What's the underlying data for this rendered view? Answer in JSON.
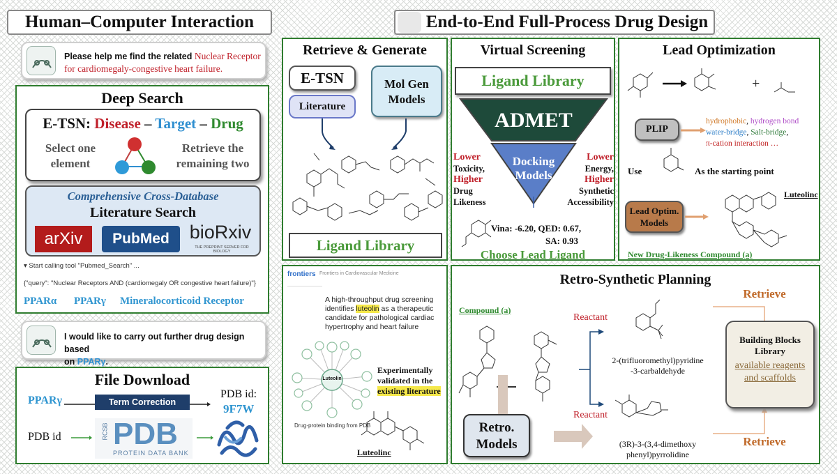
{
  "left_header": "Human–Computer Interaction",
  "right_header": "End-to-End Full-Process Drug Design",
  "chat1": {
    "prefix": "Please help me find the related ",
    "highlight": "Nuclear Receptor",
    "line2": "for cardiomegaly-congestive heart failure."
  },
  "deep_search": {
    "title": "Deep Search",
    "etsn_prefix": "E-TSN: ",
    "disease": "Disease",
    "dash1": " – ",
    "target": "Target",
    "dash2": " – ",
    "drug": "Drug",
    "select_one": "Select one",
    "element": "element",
    "retrieve_the": "Retrieve the",
    "remaining_two": "remaining two",
    "cross_db": "Comprehensive Cross-Database",
    "lit_search": "Literature Search",
    "logos": [
      "arXiv",
      "PubMed",
      "bioRxiv"
    ],
    "biorxiv_sub": "THE PREPRINT SERVER FOR BIOLOGY",
    "tool_call": "▾ Start calling tool \"Pubmed_Search\" ...",
    "query": "{\"query\": \"Nuclear Receptors AND (cardiomegaly OR congestive heart failure)\"}",
    "results": [
      "PPARα",
      "PPARγ",
      "Mineralocorticoid Receptor"
    ]
  },
  "chat2": {
    "line1": "I would like to carry out further drug design based",
    "line2_prefix": "on ",
    "target": "PPARγ",
    "line2_suffix": "."
  },
  "file_download": {
    "title": "File Download",
    "input": "PPARγ",
    "button": "Term Correction",
    "pdb_label": "PDB id:",
    "pdb_id": "9F7W",
    "pdb_input": "PDB id",
    "pdb_logo": "PDB",
    "rcsb": "RCSB",
    "pdb_sub": "PROTEIN DATA BANK"
  },
  "retrieve_generate": {
    "title": "Retrieve & Generate",
    "etsn": "E-TSN",
    "literature": "Literature",
    "molgen": "Mol Gen Models",
    "ligand_library": "Ligand Library"
  },
  "virtual_screening": {
    "title": "Virtual Screening",
    "ligand_library": "Ligand Library",
    "admet": "ADMET",
    "docking": "Docking Models",
    "left_lower": "Lower",
    "left_text1": "Toxicity,",
    "left_higher": "Higher",
    "left_text2": "Drug",
    "left_text3": "Likeness",
    "right_lower": "Lower",
    "right_text1": "Energy,",
    "right_higher": "Higher",
    "right_text2": "Synthetic",
    "right_text3": "Accessibility",
    "scores": "Vina: -6.20, QED: 0.67,",
    "sa": "SA: 0.93",
    "choose": "Choose Lead Ligand"
  },
  "lead_opt": {
    "title": "Lead Optimization",
    "plip": "PLIP",
    "interactions": [
      "hydrophobic",
      "hydrogen bond",
      "water-bridge",
      "Salt-bridge",
      "π-cation interaction …"
    ],
    "use": "Use",
    "starting_point": "As the starting point",
    "models": "Lead Optim. Models",
    "luteolinc": "Luteolinc",
    "new_compound": "New Drug-Likeness Compound (a)"
  },
  "literature_panel": {
    "journal": "frontiers",
    "journal_sub": "Frontiers in Cardiovascular Medicine",
    "headline_1": "A high-throughput drug screening",
    "headline_2_pre": "identifies ",
    "headline_hl": "luteolin",
    "headline_2_post": " as a therapeutic",
    "headline_3": "candidate for pathological cardiac",
    "headline_4": "hypertrophy and heart failure",
    "center": "Luteolin",
    "validated_1": "Experimentally",
    "validated_2": "validated in the",
    "validated_3": "existing literature",
    "binding": "Drug-protein binding from PDB",
    "luteolinc": "Luteolinc"
  },
  "retro": {
    "title": "Retro-Synthetic Planning",
    "compound": "Compound (a)",
    "reactant1": "Reactant",
    "reactant2": "Reactant",
    "retrieve1": "Retrieve",
    "retrieve2": "Retrieve",
    "product1_a": "2-(trifluoromethyl)pyridine",
    "product1_b": "-3-carbaldehyde",
    "product2_a": "(3R)-3-(3,4-dimethoxy",
    "product2_b": "phenyl)pyrrolidine",
    "models": "Retro. Models",
    "bb_title": "Building Blocks Library",
    "bb_sub": "available reagents and scaffolds"
  },
  "colors": {
    "green": "#2f8a2f",
    "red": "#c0202a",
    "blue": "#2f8fd0",
    "brown": "#b86a2a"
  }
}
